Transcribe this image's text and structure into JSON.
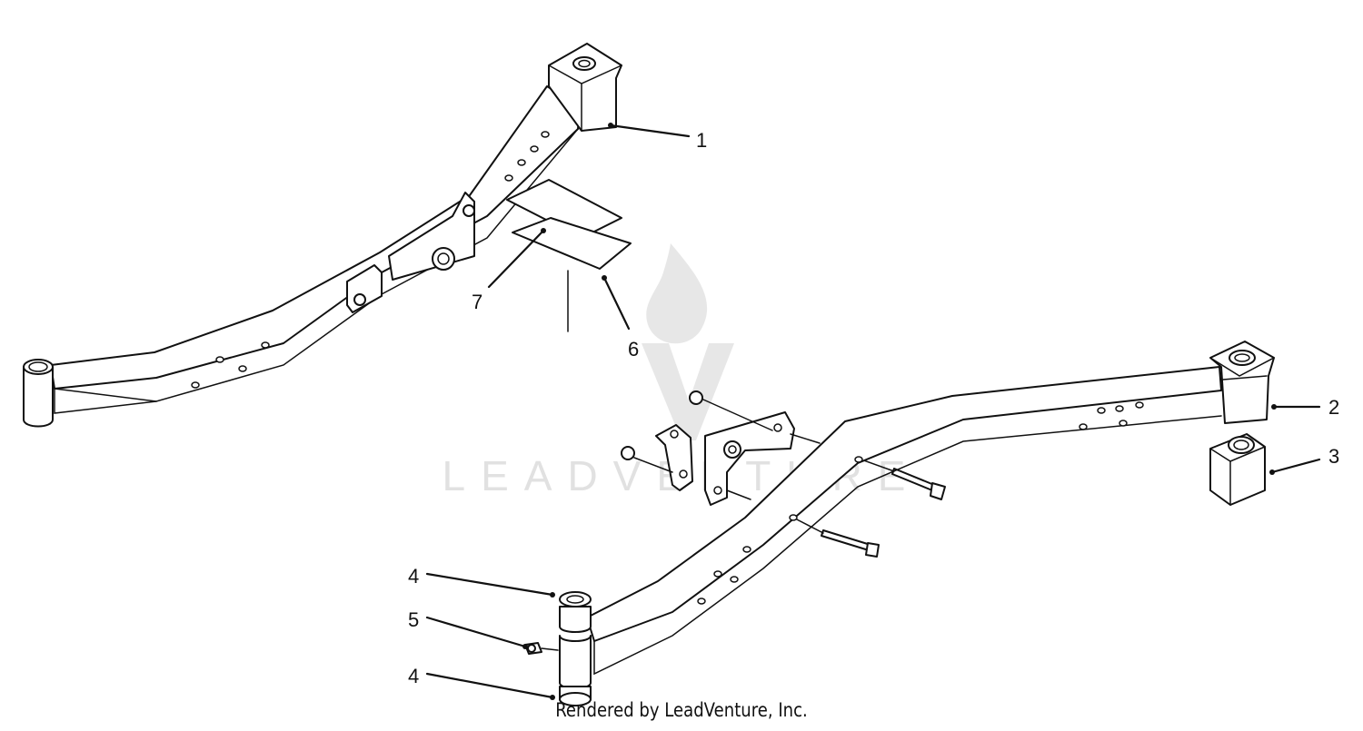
{
  "diagram": {
    "callouts": [
      {
        "id": "c1",
        "label": "1"
      },
      {
        "id": "c2",
        "label": "2"
      },
      {
        "id": "c3",
        "label": "3"
      },
      {
        "id": "c4a",
        "label": "4"
      },
      {
        "id": "c5",
        "label": "5"
      },
      {
        "id": "c4b",
        "label": "4"
      },
      {
        "id": "c6",
        "label": "6"
      },
      {
        "id": "c7",
        "label": "7"
      }
    ],
    "watermark": "LEADVENTURE",
    "footer": "Rendered by LeadVenture, Inc.",
    "colors": {
      "ink": "#111111",
      "watermark": "#c9c9c9",
      "background": "#ffffff"
    }
  }
}
